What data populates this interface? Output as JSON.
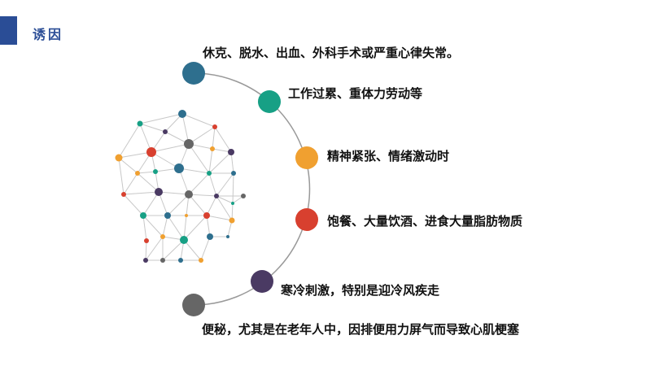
{
  "header": {
    "title": "诱因"
  },
  "colors": {
    "accent": "#2a4d96",
    "blue": "#2e6f8e",
    "green": "#17a085",
    "orange": "#f0a030",
    "red": "#d8402f",
    "purple": "#4a3a63",
    "gray": "#666666"
  },
  "causes": [
    {
      "text": "休克、脱水、出血、外科手术或严重心律失常。",
      "color": "#2e6f8e"
    },
    {
      "text": "工作过累、重体力劳动等",
      "color": "#17a085"
    },
    {
      "text": "精神紧张、情绪激动时",
      "color": "#f0a030"
    },
    {
      "text": "饱餐、大量饮酒、进食大量脂肪物质",
      "color": "#d8402f"
    },
    {
      "text": "寒冷刺激，特别是迎冷风疾走",
      "color": "#4a3a63"
    },
    {
      "text": "便秘，尤其是在老年人中，因排便用力屏气而导致心肌梗塞",
      "color": "#666666"
    }
  ]
}
